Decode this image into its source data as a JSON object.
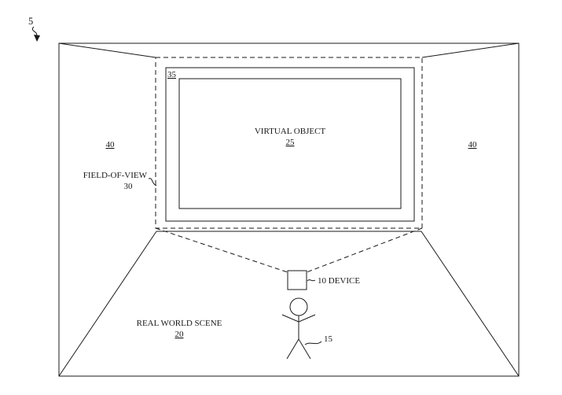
{
  "figure": {
    "figure_ref": "5",
    "room": {
      "left_wall_ref": "40",
      "right_wall_ref": "40"
    },
    "screen": {
      "ref": "35"
    },
    "virtual_object": {
      "label": "VIRTUAL OBJECT",
      "ref": "25"
    },
    "field_of_view": {
      "label": "FIELD-OF-VIEW",
      "ref": "30"
    },
    "device": {
      "label": "10 DEVICE"
    },
    "person": {
      "ref": "15"
    },
    "scene": {
      "label": "REAL WORLD SCENE",
      "ref": "20"
    },
    "colors": {
      "line": "#1a1a1a",
      "background": "#ffffff"
    }
  }
}
